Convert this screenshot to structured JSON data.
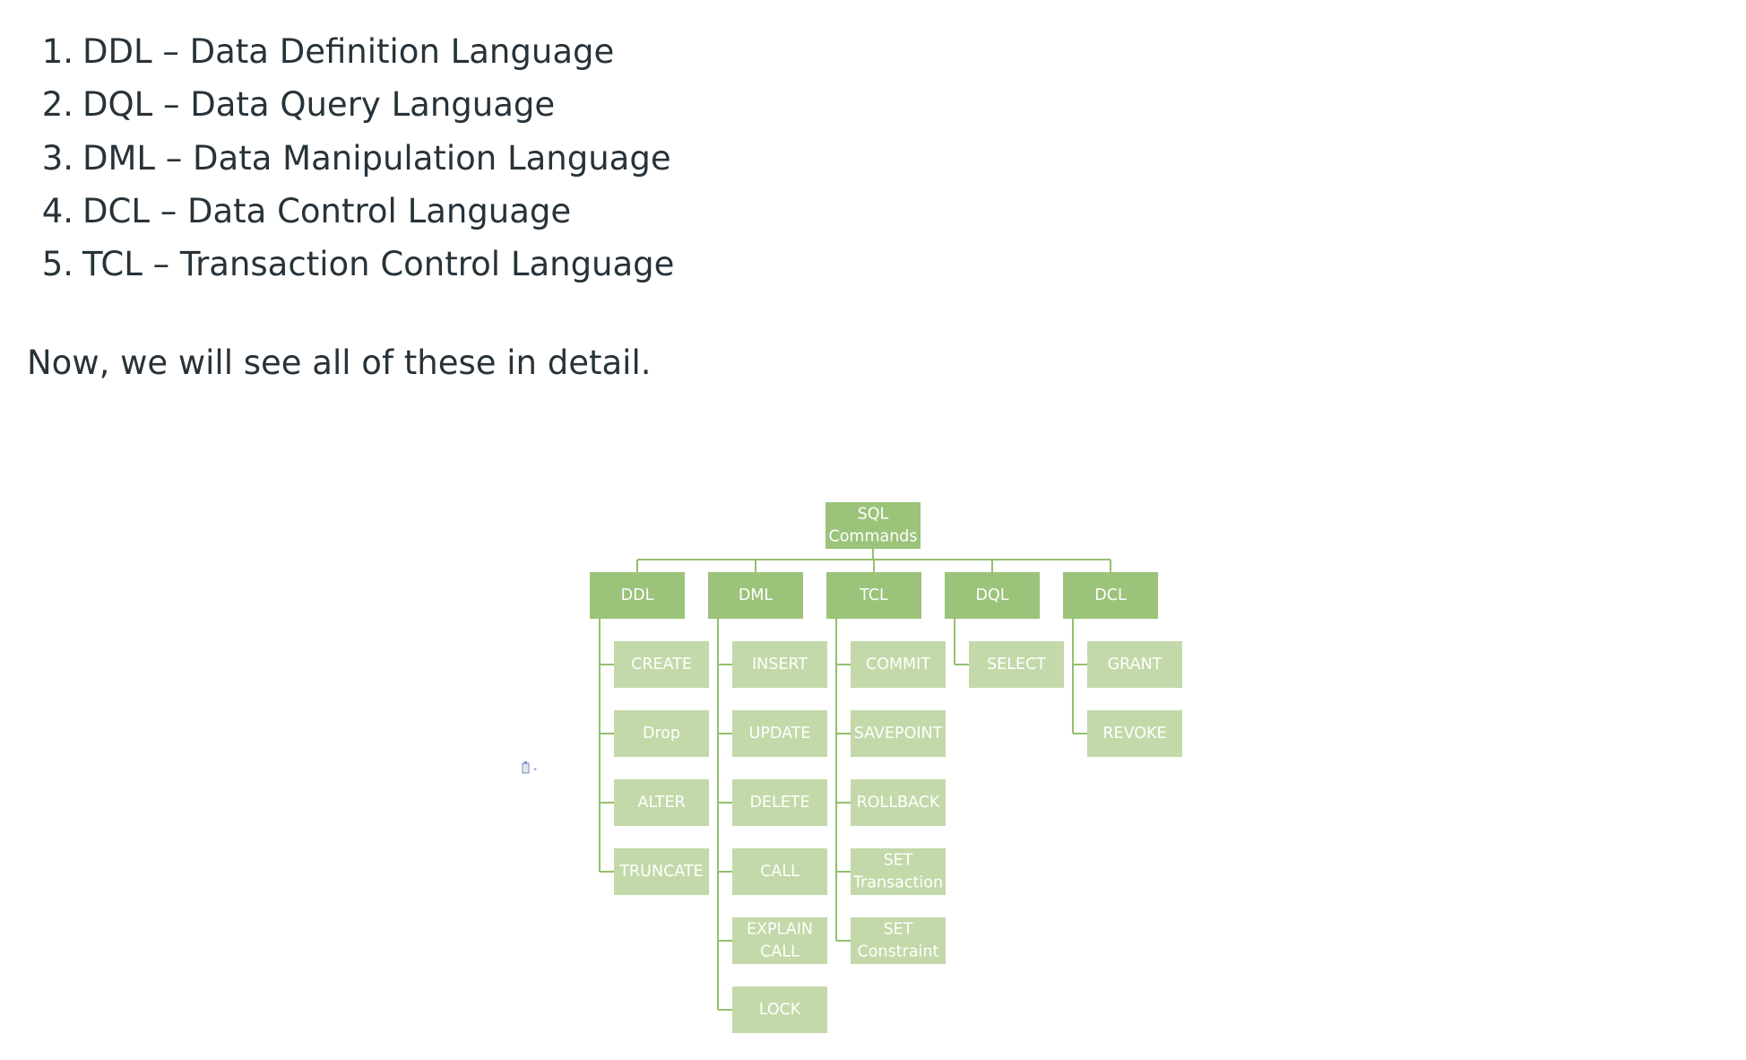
{
  "languages": [
    {
      "num": "1.",
      "text": "DDL – Data Definition Language"
    },
    {
      "num": "2.",
      "text": "DQL – Data Query Language"
    },
    {
      "num": "3.",
      "text": "DML – Data Manipulation Language"
    },
    {
      "num": "4.",
      "text": "DCL – Data Control Language"
    },
    {
      "num": "5.",
      "text": "TCL – Transaction Control Language"
    }
  ],
  "intro": "Now, we will see all of these in detail.",
  "diagram": {
    "root": [
      "SQL",
      "Commands"
    ],
    "categories": [
      {
        "label": "DDL",
        "commands": [
          [
            "CREATE"
          ],
          [
            "Drop"
          ],
          [
            "ALTER"
          ],
          [
            "TRUNCATE"
          ]
        ]
      },
      {
        "label": "DML",
        "commands": [
          [
            "INSERT"
          ],
          [
            "UPDATE"
          ],
          [
            "DELETE"
          ],
          [
            "CALL"
          ],
          [
            "EXPLAIN",
            "CALL"
          ],
          [
            "LOCK"
          ]
        ]
      },
      {
        "label": "TCL",
        "commands": [
          [
            "COMMIT"
          ],
          [
            "SAVEPOINT"
          ],
          [
            "ROLLBACK"
          ],
          [
            "SET",
            "Transaction"
          ],
          [
            "SET",
            "Constraint"
          ]
        ]
      },
      {
        "label": "DQL",
        "commands": [
          [
            "SELECT"
          ]
        ]
      },
      {
        "label": "DCL",
        "commands": [
          [
            "GRANT"
          ],
          [
            "REVOKE"
          ]
        ]
      }
    ],
    "colors": {
      "root": "#9bc37a",
      "category": "#9bc37a",
      "command": "#c3d9a9",
      "line": "#93c06e",
      "text": "#ffffff"
    }
  }
}
